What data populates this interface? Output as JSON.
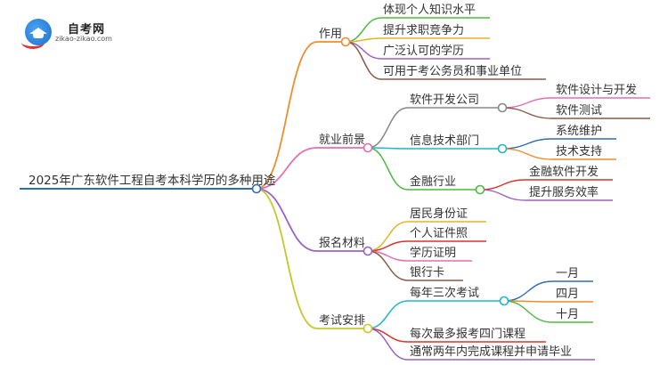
{
  "logo": {
    "name": "自考网",
    "url": "zikao-zikao.com"
  },
  "root": {
    "label": "2025年广东软件工程自考本科学历的多种用途",
    "color": "#2f6db3"
  },
  "branches": [
    {
      "label": "作用",
      "color": "#f08c2a",
      "children": [
        {
          "label": "体现个人知识水平",
          "color": "#4cbb3f"
        },
        {
          "label": "提升求职竞争力",
          "color": "#e6b422"
        },
        {
          "label": "广泛认可的学历",
          "color": "#9a62c4"
        },
        {
          "label": "可用于考公务员和事业单位",
          "color": "#8a5a45"
        }
      ]
    },
    {
      "label": "就业前景",
      "color": "#e36fae",
      "children": [
        {
          "label": "软件开发公司",
          "color": "#888888",
          "children": [
            {
              "label": "软件设计与开发",
              "color": "#e36fae"
            },
            {
              "label": "软件测试",
              "color": "#8a5a45"
            }
          ]
        },
        {
          "label": "信息技术部门",
          "color": "#1fb6c9",
          "children": [
            {
              "label": "系统维护",
              "color": "#2f6db3"
            },
            {
              "label": "技术支持",
              "color": "#f08c2a"
            }
          ]
        },
        {
          "label": "金融行业",
          "color": "#4cbb3f",
          "children": [
            {
              "label": "金融软件开发",
              "color": "#d6332c"
            },
            {
              "label": "提升服务效率",
              "color": "#9a62c4"
            }
          ]
        }
      ]
    },
    {
      "label": "报名材料",
      "color": "#9a62c4",
      "children": [
        {
          "label": "居民身份证",
          "color": "#e6b422"
        },
        {
          "label": "个人证件照",
          "color": "#d6332c"
        },
        {
          "label": "学历证明",
          "color": "#e36fae"
        },
        {
          "label": "银行卡",
          "color": "#8a5a45"
        }
      ]
    },
    {
      "label": "考试安排",
      "color": "#c7c72a",
      "children": [
        {
          "label": "每年三次考试",
          "color": "#1fb6c9",
          "children": [
            {
              "label": "一月",
              "color": "#2f6db3"
            },
            {
              "label": "四月",
              "color": "#f08c2a"
            },
            {
              "label": "十月",
              "color": "#4cbb3f"
            }
          ]
        },
        {
          "label": "每次最多报考四门课程",
          "color": "#d6332c"
        },
        {
          "label": "通常两年内完成课程并申请毕业",
          "color": "#9a62c4"
        }
      ]
    }
  ]
}
